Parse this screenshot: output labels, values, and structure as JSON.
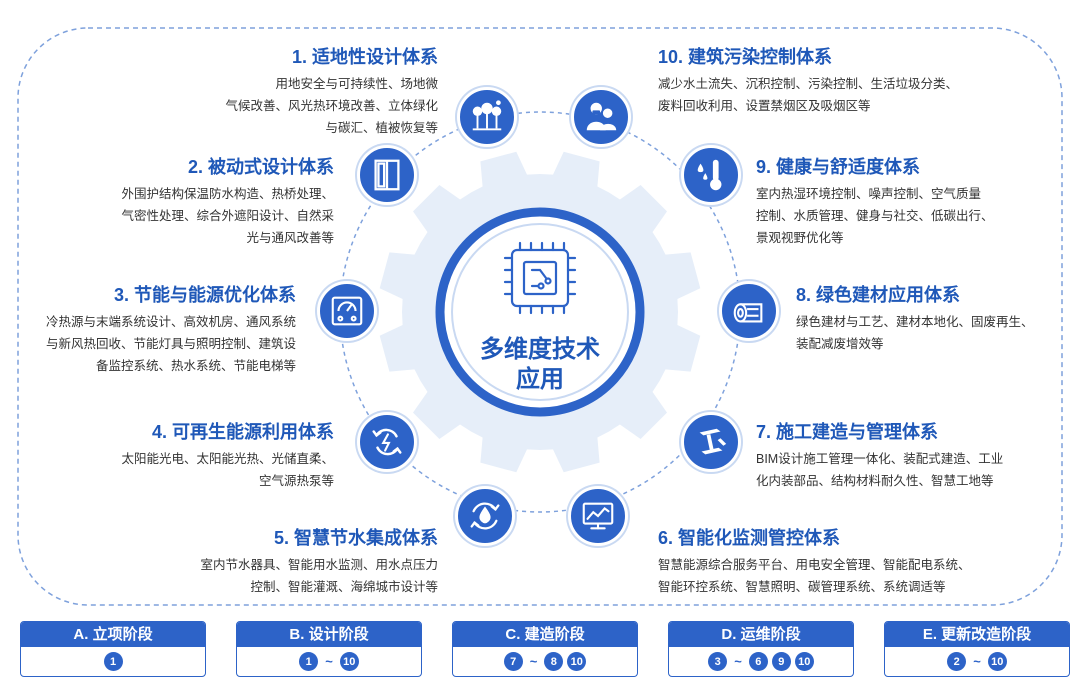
{
  "center": {
    "line1": "多维度技术",
    "line2": "应用"
  },
  "items": [
    {
      "id": 1,
      "title": "1. 适地性设计体系",
      "desc": [
        "用地安全与可持续性、场地微",
        "气候改善、风光热环境改善、立体绿化",
        "与碳汇、植被恢复等"
      ],
      "icon": "forest-icon"
    },
    {
      "id": 2,
      "title": "2. 被动式设计体系",
      "desc": [
        "外围护结构保温防水构造、热桥处理、",
        "气密性处理、综合外遮阳设计、自然采",
        "光与通风改善等"
      ],
      "icon": "window-icon"
    },
    {
      "id": 3,
      "title": "3. 节能与能源优化体系",
      "desc": [
        "冷热源与末端系统设计、高效机房、通风系统",
        "与新风热回收、节能灯具与照明控制、建筑设",
        "备监控系统、热水系统、节能电梯等"
      ],
      "icon": "meter-panel-icon"
    },
    {
      "id": 4,
      "title": "4. 可再生能源利用体系",
      "desc": [
        "太阳能光电、太阳能光热、光储直柔、",
        "空气源热泵等"
      ],
      "icon": "recycle-energy-icon"
    },
    {
      "id": 5,
      "title": "5. 智慧节水集成体系",
      "desc": [
        "室内节水器具、智能用水监测、用水点压力",
        "控制、智能灌溉、海绵城市设计等"
      ],
      "icon": "water-drop-cycle-icon"
    },
    {
      "id": 6,
      "title": "6. 智能化监测管控体系",
      "desc": [
        "智慧能源综合服务平台、用电安全管理、智能配电系统、",
        "智能环控系统、智慧照明、碳管理系统、系统调适等"
      ],
      "icon": "monitor-chart-icon"
    },
    {
      "id": 7,
      "title": "7. 施工建造与管理体系",
      "desc": [
        "BIM设计施工管理一体化、装配式建造、工业",
        "化内装部品、结构材料耐久性、智慧工地等"
      ],
      "icon": "steel-beam-icon"
    },
    {
      "id": 8,
      "title": "8. 绿色建材应用体系",
      "desc": [
        "绿色建材与工艺、建材本地化、固废再生、",
        "装配减废增效等"
      ],
      "icon": "timber-log-icon"
    },
    {
      "id": 9,
      "title": "9. 健康与舒适度体系",
      "desc": [
        "室内热湿环境控制、噪声控制、空气质量",
        "控制、水质管理、健身与社交、低碳出行、",
        "景观视野优化等"
      ],
      "icon": "thermometer-icon"
    },
    {
      "id": 10,
      "title": "10. 建筑污染控制体系",
      "desc": [
        "减少水土流失、沉积控制、污染控制、生活垃圾分类、",
        "废料回收利用、设置禁烟区及吸烟区等"
      ],
      "icon": "people-mask-icon"
    }
  ],
  "stages": [
    {
      "label": "A. 立项阶段",
      "nums": [
        "1"
      ]
    },
    {
      "label": "B. 设计阶段",
      "nums": [
        "1",
        "~",
        "10"
      ]
    },
    {
      "label": "C. 建造阶段",
      "nums": [
        "7",
        "~",
        "8",
        "10"
      ]
    },
    {
      "label": "D. 运维阶段",
      "nums": [
        "3",
        "~",
        "6",
        "9",
        "10"
      ]
    },
    {
      "label": "E. 更新改造阶段",
      "nums": [
        "2",
        "~",
        "10"
      ]
    }
  ],
  "colors": {
    "primary": "#2d63c8",
    "title": "#1f58b8",
    "gear": "#e6eef9",
    "ring": "#c9d9f2"
  }
}
